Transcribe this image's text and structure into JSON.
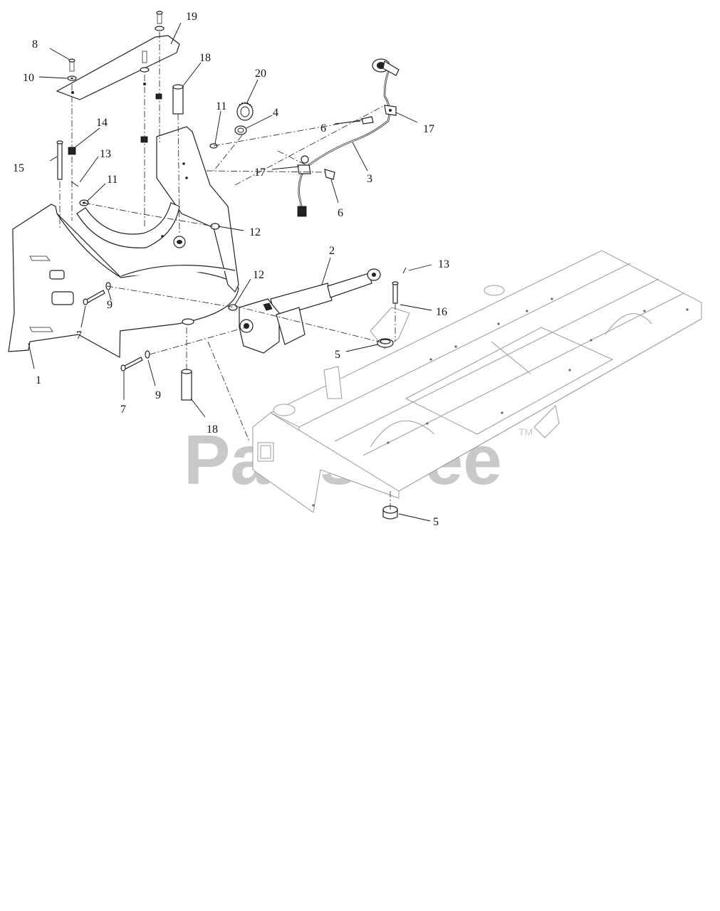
{
  "watermark": {
    "text": "PartsTree",
    "trademark": "TM"
  },
  "callouts": [
    {
      "id": "c19",
      "label": "19"
    },
    {
      "id": "c8",
      "label": "8"
    },
    {
      "id": "c10",
      "label": "10"
    },
    {
      "id": "c18a",
      "label": "18"
    },
    {
      "id": "c20",
      "label": "20"
    },
    {
      "id": "c11a",
      "label": "11"
    },
    {
      "id": "c4",
      "label": "4"
    },
    {
      "id": "c6a",
      "label": "6"
    },
    {
      "id": "c17a",
      "label": "17"
    },
    {
      "id": "c14",
      "label": "14"
    },
    {
      "id": "c15",
      "label": "15"
    },
    {
      "id": "c13a",
      "label": "13"
    },
    {
      "id": "c11b",
      "label": "11"
    },
    {
      "id": "c17b",
      "label": "17"
    },
    {
      "id": "c3",
      "label": "3"
    },
    {
      "id": "c6b",
      "label": "6"
    },
    {
      "id": "c12a",
      "label": "12"
    },
    {
      "id": "c2",
      "label": "2"
    },
    {
      "id": "c12b",
      "label": "12"
    },
    {
      "id": "c13b",
      "label": "13"
    },
    {
      "id": "c16",
      "label": "16"
    },
    {
      "id": "c9a",
      "label": "9"
    },
    {
      "id": "c7a",
      "label": "7"
    },
    {
      "id": "c5a",
      "label": "5"
    },
    {
      "id": "c1",
      "label": "1"
    },
    {
      "id": "c9b",
      "label": "9"
    },
    {
      "id": "c7b",
      "label": "7"
    },
    {
      "id": "c18b",
      "label": "18"
    },
    {
      "id": "c5b",
      "label": "5"
    }
  ]
}
